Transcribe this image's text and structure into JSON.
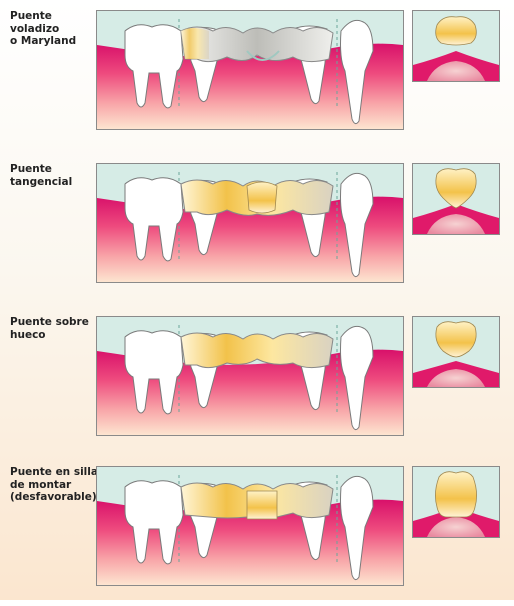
{
  "bridges": [
    {
      "label": "Puente voladizo\no Maryland",
      "variant": "maryland"
    },
    {
      "label": "Puente\ntangencial",
      "variant": "tangencial"
    },
    {
      "label": "Puente sobre\nhueco",
      "variant": "sobre-hueco"
    },
    {
      "label": "Puente en silla\nde montar\n(desfavorable)",
      "variant": "silla"
    }
  ]
}
